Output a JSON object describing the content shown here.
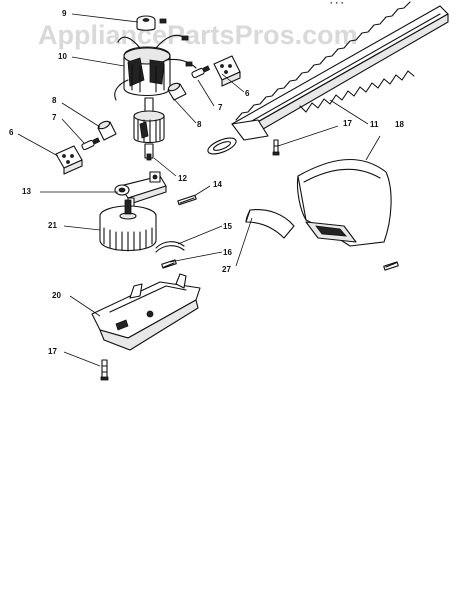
{
  "watermark": "AppliancePartsPros.com",
  "header_fragment": "· · ·",
  "labels": {
    "p9": "9",
    "p10": "10",
    "p6a": "6",
    "p7a": "7",
    "p8a": "8",
    "p8b": "8",
    "p7b": "7",
    "p6b": "6",
    "p17a": "17",
    "p11": "11",
    "p18": "18",
    "p12": "12",
    "p13": "13",
    "p14": "14",
    "p21": "21",
    "p15": "15",
    "p16": "16",
    "p27": "27",
    "p20": "20",
    "p17b": "17"
  }
}
